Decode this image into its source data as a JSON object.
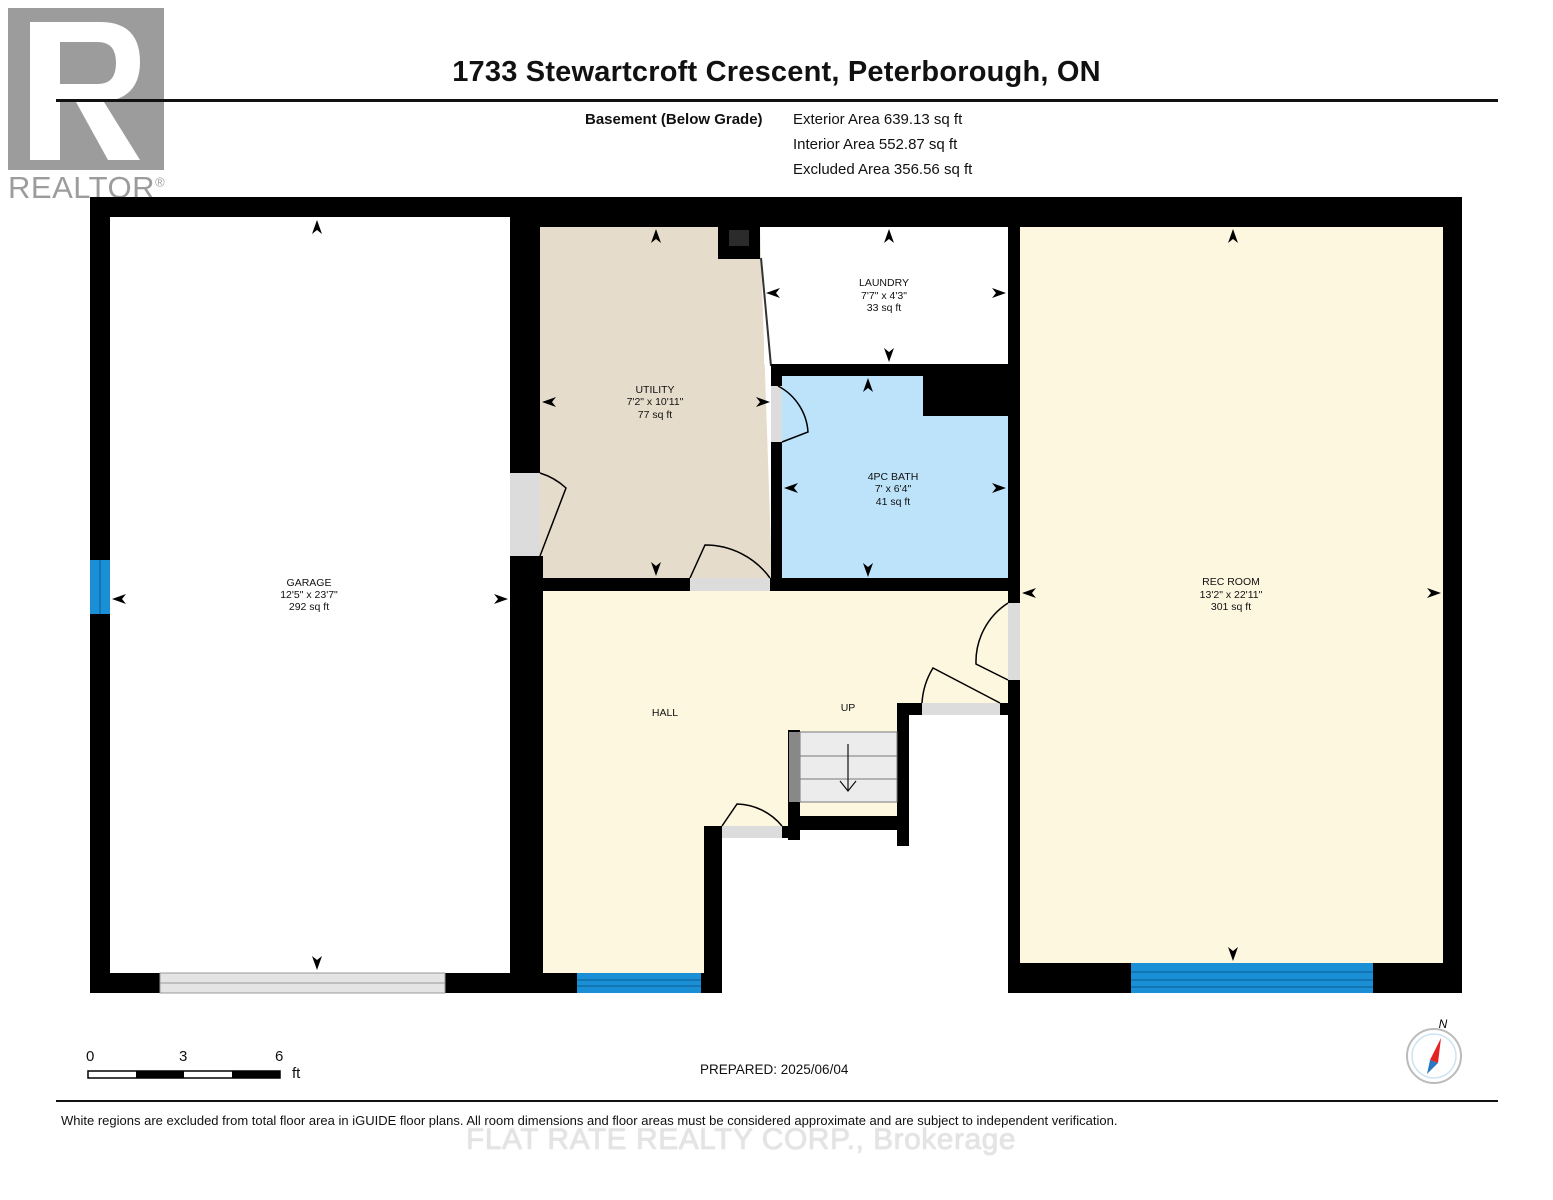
{
  "header": {
    "address": "1733 Stewartcroft Crescent, Peterborough, ON"
  },
  "summary": {
    "level": "Basement (Below Grade)",
    "exterior_area": "Exterior Area 639.13 sq ft",
    "interior_area": "Interior Area 552.87 sq ft",
    "excluded_area": "Excluded Area 356.56 sq ft"
  },
  "rooms": {
    "garage": {
      "name": "GARAGE",
      "dims": "12'5\" x 23'7\"",
      "area": "292 sq ft"
    },
    "utility": {
      "name": "UTILITY",
      "dims": "7'2\" x 10'11\"",
      "area": "77 sq ft"
    },
    "laundry": {
      "name": "LAUNDRY",
      "dims": "7'7\" x 4'3\"",
      "area": "33 sq ft"
    },
    "bath": {
      "name": "4PC BATH",
      "dims": "7' x 6'4\"",
      "area": "41 sq ft"
    },
    "rec_room": {
      "name": "REC ROOM",
      "dims": "13'2\" x 22'11\"",
      "area": "301 sq ft"
    },
    "hall": {
      "name": "HALL"
    },
    "stairs": {
      "label": "UP"
    }
  },
  "scale": {
    "ticks": [
      "0",
      "3",
      "6"
    ],
    "unit": "ft"
  },
  "compass": {
    "label": "N"
  },
  "footer": {
    "prepared": "PREPARED: 2025/06/04",
    "disclaimer": "White regions are excluded from total floor area in iGUIDE floor plans. All room dimensions and floor areas must be considered approximate and are subject to independent verification.",
    "watermark": "FLAT RATE REALTY CORP., Brokerage"
  },
  "logo": {
    "text": "REALTOR",
    "mark": "®"
  },
  "colors": {
    "wall": "#000000",
    "utility_fill": "#e6dccb",
    "bath_fill": "#bde3fb",
    "hall_fill": "#fdf7e0",
    "rec_fill": "#fdf7e0",
    "window": "#1a8fd6",
    "logo_gray": "#9c9c9c"
  }
}
